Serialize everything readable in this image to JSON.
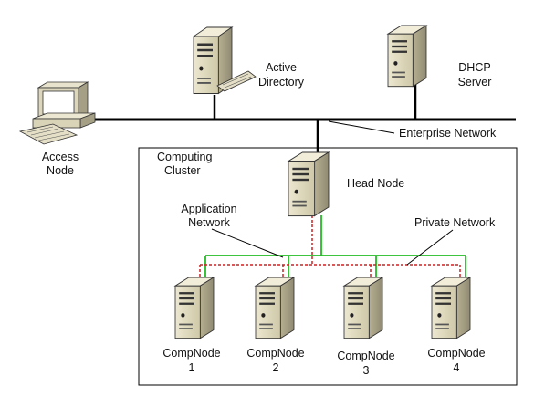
{
  "labels": {
    "access_node": [
      "Access",
      "Node"
    ],
    "active_directory": [
      "Active",
      "Directory"
    ],
    "dhcp_server": [
      "DHCP",
      "Server"
    ],
    "enterprise_network": "Enterprise Network",
    "computing_cluster": [
      "Computing",
      "Cluster"
    ],
    "head_node": "Head Node",
    "application_network": [
      "Application",
      "Network"
    ],
    "private_network": "Private Network",
    "compnodes": [
      [
        "CompNode",
        "1"
      ],
      [
        "CompNode",
        "2"
      ],
      [
        "CompNode",
        "3"
      ],
      [
        "CompNode",
        "4"
      ]
    ]
  },
  "colors": {
    "application_network": "#22bb22",
    "private_network": "#cc2222",
    "enterprise_network": "#000000",
    "server_body": "#d9d3b8",
    "server_shadow": "#a59f86"
  },
  "icons": {
    "access_node": "desktop-computer-icon",
    "active_directory": "server-tower-with-keyboard-icon",
    "dhcp_server": "server-tower-icon",
    "head_node": "server-tower-icon",
    "compnodes": "server-tower-icon"
  }
}
